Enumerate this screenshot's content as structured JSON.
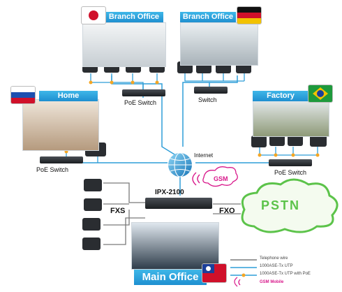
{
  "sites": {
    "branch_japan": {
      "title": "Branch Office",
      "switch_label": "PoE Switch"
    },
    "branch_germany": {
      "title": "Branch Office",
      "switch_label": "Switch"
    },
    "home": {
      "title": "Home",
      "switch_label": "PoE Switch"
    },
    "factory": {
      "title": "Factory",
      "switch_label": "PoE Switch"
    },
    "main": {
      "title": "Main Office"
    }
  },
  "core": {
    "internet_label": "Internet",
    "gateway_label": "IPX-2100",
    "fxs_label": "FXS",
    "fxo_label": "FXO",
    "pstn_label": "PSTN",
    "gsm_label": "GSM"
  },
  "legend": {
    "items": [
      {
        "label": "Telephone wire",
        "color": "#7a7a7a"
      },
      {
        "label": "1000ASE-Tx UTP",
        "color": "#2f9ed8"
      },
      {
        "label": "1000ASE-Tx UTP with PoE",
        "color": "#2f9ed8"
      },
      {
        "label": "GSM Mobile",
        "color": "#d8168a"
      }
    ]
  },
  "colors": {
    "utp": "#2f9ed8",
    "phone_wire": "#7a7a7a",
    "poe_dot": "#f5a623",
    "header": "#1e8fd0",
    "gsm": "#d8168a",
    "pstn": "#5cc34a"
  }
}
